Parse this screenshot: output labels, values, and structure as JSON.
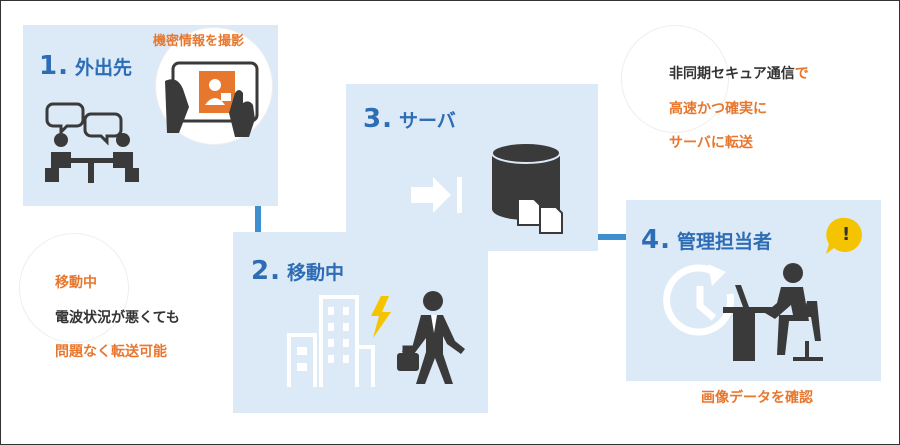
{
  "steps": [
    {
      "number": "1.",
      "title": "外出先",
      "badge": "機密情報を撮影"
    },
    {
      "number": "2.",
      "title": "移動中"
    },
    {
      "number": "3.",
      "title": "サーバ"
    },
    {
      "number": "4.",
      "title": "管理担当者",
      "caption": "画像データを確認"
    }
  ],
  "note_mobile": {
    "line1": "移動中",
    "line2": "電波状況が悪くても",
    "line3": "問題なく転送可能"
  },
  "note_transfer": {
    "line1_dark": "非同期セキュア通信",
    "line1_accent": "で",
    "line2": "高速かつ確実に",
    "line3": "サーバに転送"
  },
  "alert_symbol": "!",
  "icons": [
    "meeting-icon",
    "tablet-camera-icon",
    "buildings-icon",
    "lightning-icon",
    "running-businessman-icon",
    "transfer-arrow-icon",
    "database-icon",
    "clock-arrow-icon",
    "office-worker-icon",
    "alert-icon"
  ],
  "colors": {
    "panel": "#dce9f6",
    "title_blue": "#2d6db5",
    "accent_orange": "#e8772e",
    "text_dark": "#333333",
    "icon_dark": "#3a3a3a",
    "connector": "#3e8fd0",
    "alert_yellow": "#f5c400"
  }
}
